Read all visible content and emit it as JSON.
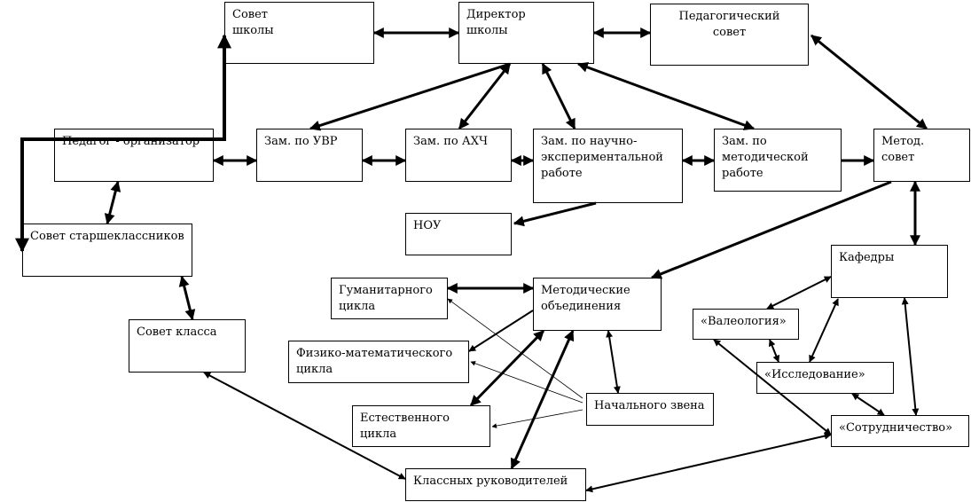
{
  "nodes": {
    "sovet_shkoly": "Совет\nшколы",
    "direktor": "Директор\nшколы",
    "ped_sovet": "Педагогический\nсовет",
    "ped_org": "Педагог - организатор",
    "zam_uvr": "Зам. по УВР",
    "zam_ahch": "Зам. по АХЧ",
    "zam_nauch": "Зам. по научно-\nэкспериментальной\nработе",
    "zam_metod": "Зам. по\nметодической\nработе",
    "metod_sovet": "Метод.\nсовет",
    "nou": "НОУ",
    "sovet_starsh": "Совет старшеклассников",
    "kafedry": "Кафедры",
    "gum": "Гуманитарного\nцикла",
    "metod_obed": "Методические\nобъединения",
    "sovet_klassa": "Совет класса",
    "valeol": "«Валеология»",
    "fizmat": "Физико-математического\nцикла",
    "issled": "«Исследование»",
    "nach": "Начального звена",
    "estestv": "Естественного\nцикла",
    "sotrud": "«Сотрудничество»",
    "klass_ruk": "Классных руководителей"
  },
  "colors": {
    "line": "#000000",
    "background": "#ffffff"
  }
}
